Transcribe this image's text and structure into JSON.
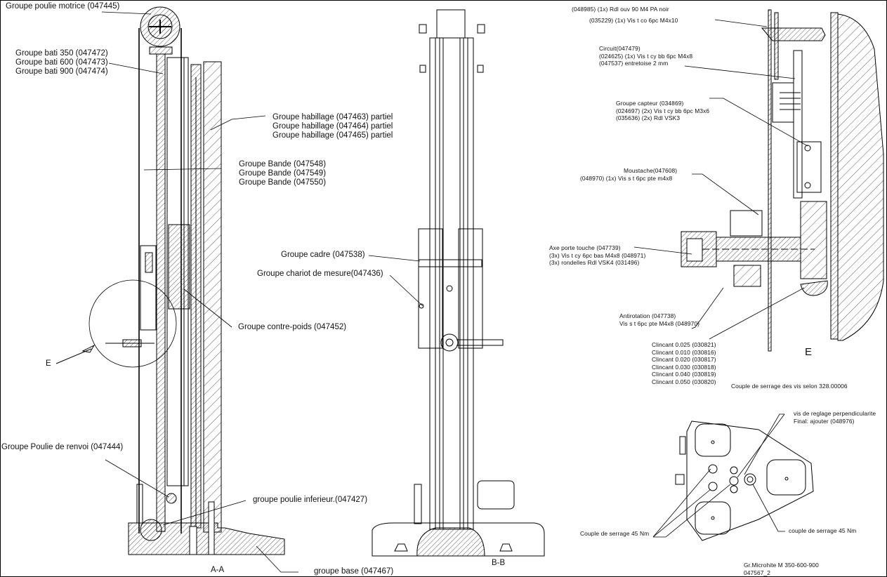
{
  "drawing": {
    "title_block": {
      "line1": "Gr.Microhite M 350-600-900",
      "line2": "047567_2"
    },
    "views": {
      "section_a": "A-A",
      "section_b": "B-B",
      "detail_e": "E",
      "detail_e_marker": "E"
    },
    "labels_left": {
      "poulie_motrice": "Groupe poulie motrice (047445)",
      "bati": [
        "Groupe bati 350  (047472)",
        "Groupe bati 600  (047473)",
        "Groupe bati 900  (047474)"
      ],
      "habillage": [
        "Groupe habillage (047463) partiel",
        "Groupe habillage (047464) partiel",
        "Groupe habillage (047465) partiel"
      ],
      "bande": [
        "Groupe Bande (047548)",
        "Groupe Bande (047549)",
        "Groupe Bande (047550)"
      ],
      "cadre": "Groupe cadre (047538)",
      "chariot": "Groupe chariot de mesure(047436)",
      "contre_poids": "Groupe contre-poids (047452)",
      "poulie_renvoi": "Groupe Poulie de renvoi (047444)",
      "poulie_inferieur": "groupe poulie inferieur.(047427)",
      "base": "groupe base (047467)"
    },
    "labels_detail": {
      "rdl_vis": [
        "(048985) (1x) Rdl ouv 90 M4 PA noir",
        "(035229) (1x) Vis t co 6pc M4x10"
      ],
      "circuit": [
        "Circuit(047479)",
        "(024625) (1x) Vis t cy bb 6pc M4x8",
        "(047537) entretoise 2 mm"
      ],
      "capteur": [
        "Groupe capteur (034869)",
        "(024697) (2x) Vis t cy bb 6pc M3x6",
        "(035636) (2x) Rdl VSK3"
      ],
      "moustache": [
        "Moustache(047608)",
        "(048970) (1x) Vis s t 6pc pte m4x8"
      ],
      "axe": [
        "Axe porte touche (047739)",
        "(3x) Vis t cy 6pc bas M4x8 (048971)",
        "(3x) rondelles Rdl VSK4 (031496)"
      ],
      "antirotation": [
        "Antirotation (047738)",
        "Vis s t 6pc pte M4x8 (048970)"
      ],
      "clincant": [
        "Clincant 0.025 (030821)",
        "Clincant 0.010 (030816)",
        "Clincant 0.020 (030817)",
        "Clincant 0.030 (030818)",
        "Clincant 0.040 (030819)",
        "Clincant 0.050 (030820)"
      ],
      "couple_vis": "Couple de serrage des vis selon 328.00006"
    },
    "labels_base": {
      "reglage": [
        "vis de reglage perpendicularite",
        "Final: ajouter (048976)"
      ],
      "couple_left": "Couple de serrage 45 Nm",
      "couple_right": "couple de serrage 45 Nm"
    }
  }
}
